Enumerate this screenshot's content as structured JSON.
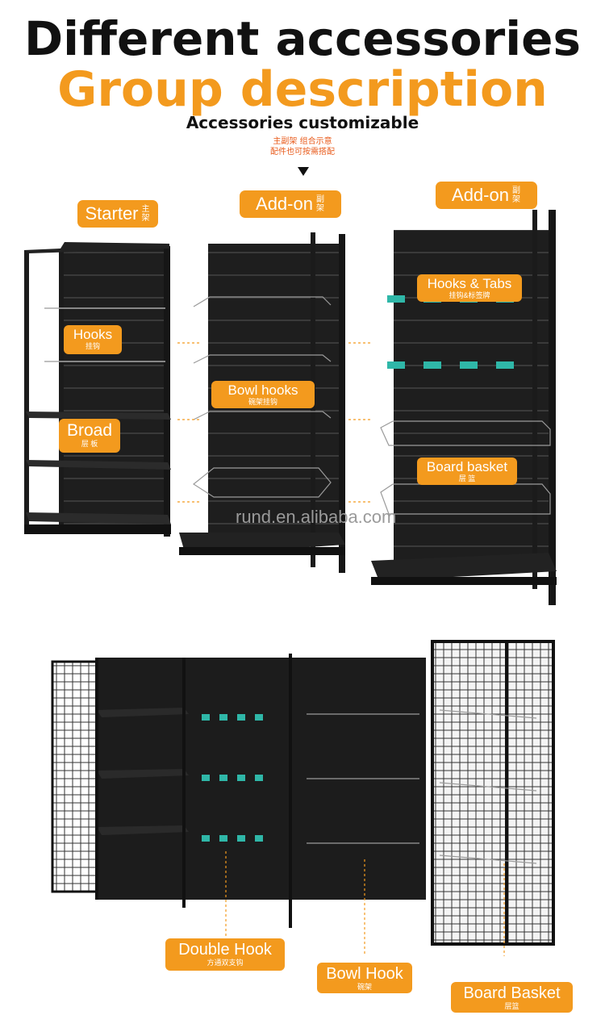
{
  "header": {
    "title": "Different accessories",
    "subtitle": "Group description",
    "tagline": "Accessories customizable",
    "note_line1": "主副架 组合示意",
    "note_line2": "配件也可按需搭配"
  },
  "top_labels": {
    "starter": {
      "main": "Starter",
      "cn": "主架"
    },
    "addon1": {
      "main": "Add-on",
      "cn": "副架"
    },
    "addon2": {
      "main": "Add-on",
      "cn": "副架"
    }
  },
  "callouts": {
    "hooks": {
      "main": "Hooks",
      "cn": "挂钩"
    },
    "broad": {
      "main": "Broad",
      "cn": "层 板"
    },
    "bowl_hooks": {
      "main": "Bowl hooks",
      "cn": "碗架挂钩"
    },
    "hooks_tabs": {
      "main": "Hooks & Tabs",
      "cn": "挂钩&标签牌"
    },
    "board_basket": {
      "main": "Board basket",
      "cn": "层 篮"
    }
  },
  "bottom_labels": {
    "double_hook": {
      "main": "Double Hook",
      "cn": "方通双支钩"
    },
    "bowl_hook": {
      "main": "Bowl Hook",
      "cn": "碗架"
    },
    "board_basket": {
      "main": "Board Basket",
      "cn": "层篮"
    }
  },
  "watermark": "rund.en.alibaba.com",
  "colors": {
    "accent": "#f39a1e",
    "shelf": "#1c1c1c",
    "note": "#e85a1a"
  }
}
